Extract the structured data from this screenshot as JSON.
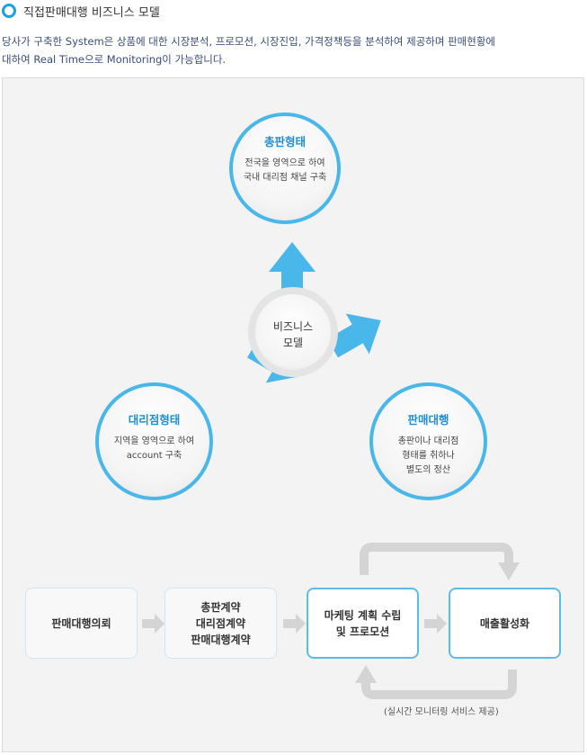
{
  "title": "직접판매대행 비즈니스 모델",
  "description": {
    "part1": "당사가 구축한 System은 상품에 대한 시장분석, 프로모션, 시장진입, 가격정책등을 분석하여 제공하며 판매현황에",
    "part2": "대하여 Real Time으로 Monitoring이 가능합니다."
  },
  "center": {
    "line1": "비즈니스",
    "line2": "모델"
  },
  "nodes": {
    "top": {
      "title": "총판형태",
      "line1": "전국을 영역으로 하여",
      "line2": "국내 대리점 채널 구축"
    },
    "left": {
      "title": "대리점형태",
      "line1": "지역을 영역으로 하여",
      "line2": "account 구축"
    },
    "right": {
      "title": "판매대행",
      "line1": "총판이나 대리점",
      "line2": "형태를 취하나",
      "line3": "별도의 정산"
    }
  },
  "process": [
    {
      "label": "판매대행의뢰"
    },
    {
      "label": "총판계약\n대리점계약\n판매대행계약"
    },
    {
      "label": "마케팅 계획 수립\n및 프로모션"
    },
    {
      "label": "매출활성화"
    }
  ],
  "feedback_note": "(실시간 모니터링 서비스 제공)",
  "colors": {
    "accent": "#49b7ea",
    "title_blue": "#1b8fd6",
    "arrow_gray": "#d4d4d4"
  }
}
